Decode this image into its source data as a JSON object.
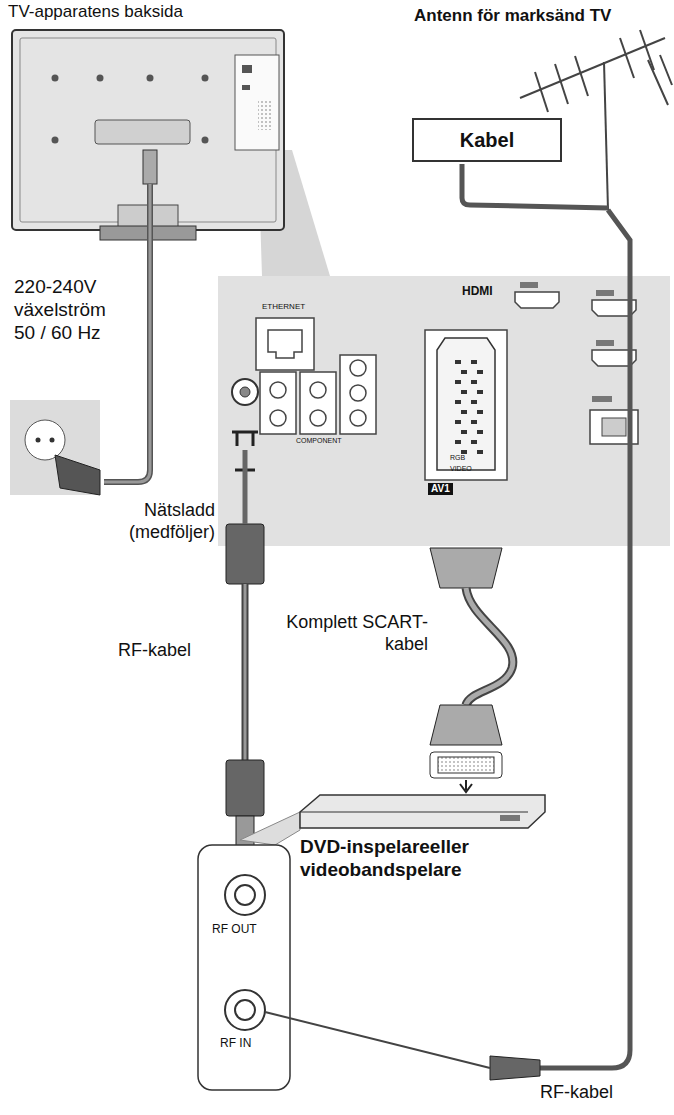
{
  "diagram": {
    "nodes": [
      {
        "text": [
          "Kabel"
        ]
      }
    ],
    "labels": [
      "TV-apparatens baksida",
      "Antenn för marksänd TV",
      "220-240V växelström 50 / 60 Hz",
      "ETHERNET",
      "HDMI",
      "RGB",
      "VIDEO",
      "AV1",
      "COMPONENT",
      "Nätsladd (medföljer)",
      "RF-kabel",
      "Komplett SCART-kabel",
      "DVD-inspelareeller videobandspelare",
      "RF OUT",
      "RF IN",
      "RF-kabel"
    ]
  }
}
